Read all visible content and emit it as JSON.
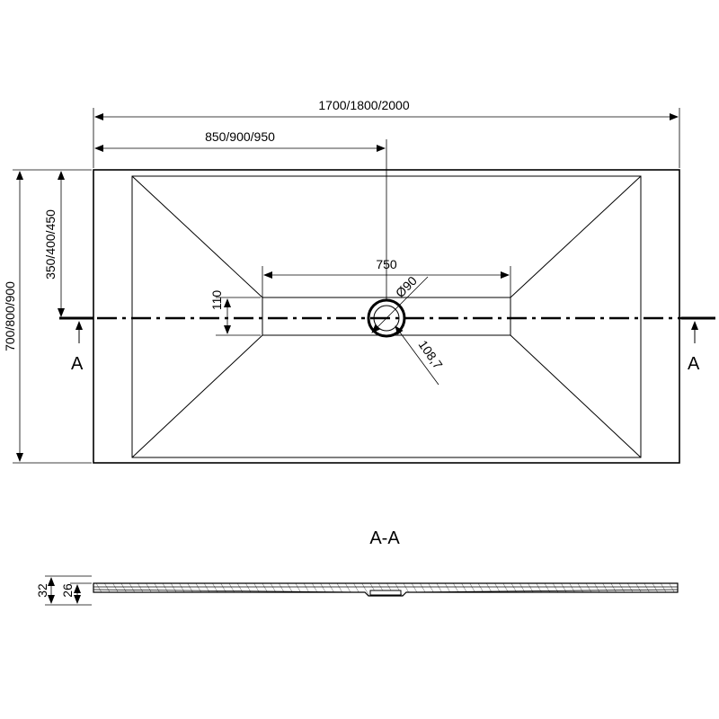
{
  "dimensions": {
    "overall_length": "1700/1800/2000",
    "drain_offset": "850/900/950",
    "channel_length": "750",
    "overall_width": "700/800/900",
    "half_width": "350/400/450",
    "channel_width": "110",
    "drain_diameter": "Ø90",
    "drain_outer": "108,7",
    "total_height": "32",
    "edge_height": "26"
  },
  "section": {
    "marker_left": "A",
    "marker_right": "A",
    "title": "A-A"
  }
}
